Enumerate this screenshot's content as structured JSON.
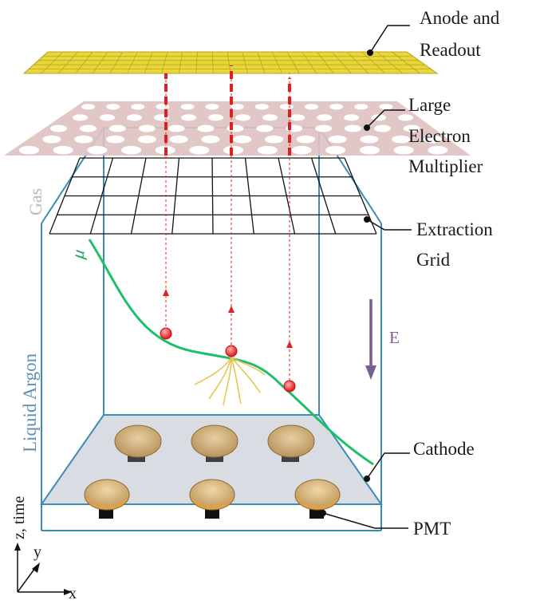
{
  "labels": {
    "anode": [
      "Anode and",
      "Readout"
    ],
    "lem": [
      "Large",
      "Electron",
      "Multiplier"
    ],
    "extraction": [
      "Extraction",
      "Grid"
    ],
    "cathode": "Cathode",
    "pmt": "PMT"
  },
  "regions": {
    "gas": "Gas",
    "liquid_argon": "Liquid Argon"
  },
  "field_label": "E",
  "muon_label": "μ",
  "axes": {
    "z": "z, time",
    "y": "y",
    "x": "x"
  },
  "colors": {
    "anode": "#e9d63a",
    "lem": "#dfc1c1",
    "box": "#3b8cb7",
    "muon": "#1fbf6a",
    "drift": "#e02020",
    "field": "#7a5f8e",
    "cathode": "#d9dde3",
    "pmt": "#d9b680"
  }
}
